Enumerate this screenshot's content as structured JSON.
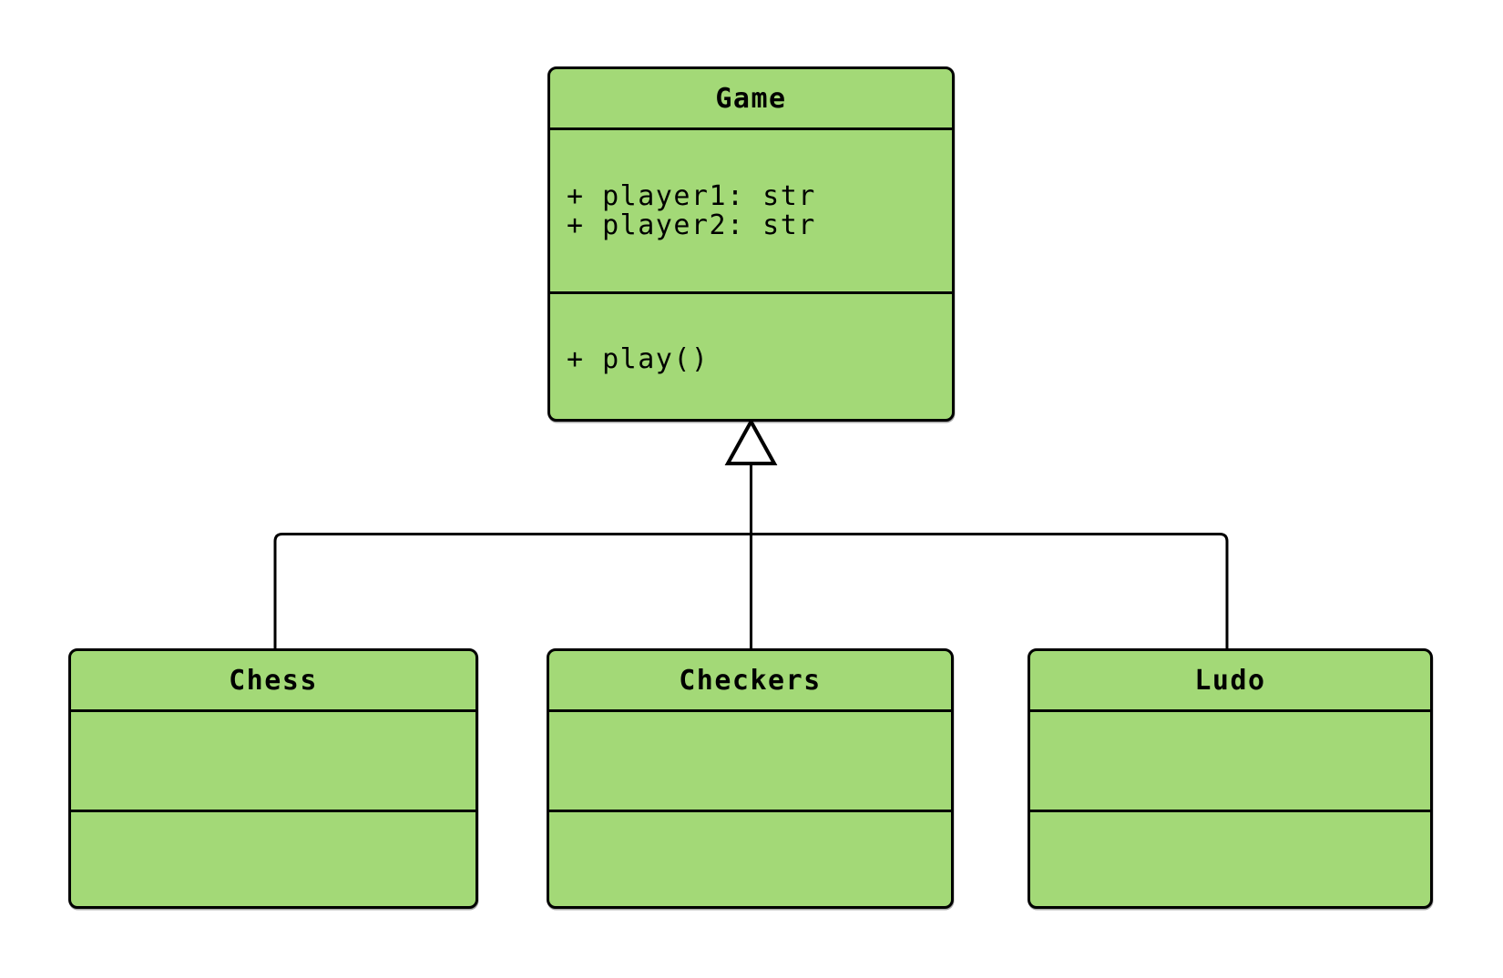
{
  "diagram": {
    "type": "uml-class-diagram",
    "background_color": "#ffffff",
    "node_fill_color": "#a3d977",
    "node_border_color": "#000000",
    "connector_color": "#000000",
    "classes": [
      {
        "name": "Game",
        "attributes": [
          "+ player1: str",
          "+ player2: str"
        ],
        "methods": [
          "+ play()"
        ]
      },
      {
        "name": "Chess",
        "attributes": [],
        "methods": []
      },
      {
        "name": "Checkers",
        "attributes": [],
        "methods": []
      },
      {
        "name": "Ludo",
        "attributes": [],
        "methods": []
      }
    ],
    "relations": [
      {
        "type": "inheritance",
        "from": "Chess",
        "to": "Game"
      },
      {
        "type": "inheritance",
        "from": "Checkers",
        "to": "Game"
      },
      {
        "type": "inheritance",
        "from": "Ludo",
        "to": "Game"
      }
    ]
  }
}
